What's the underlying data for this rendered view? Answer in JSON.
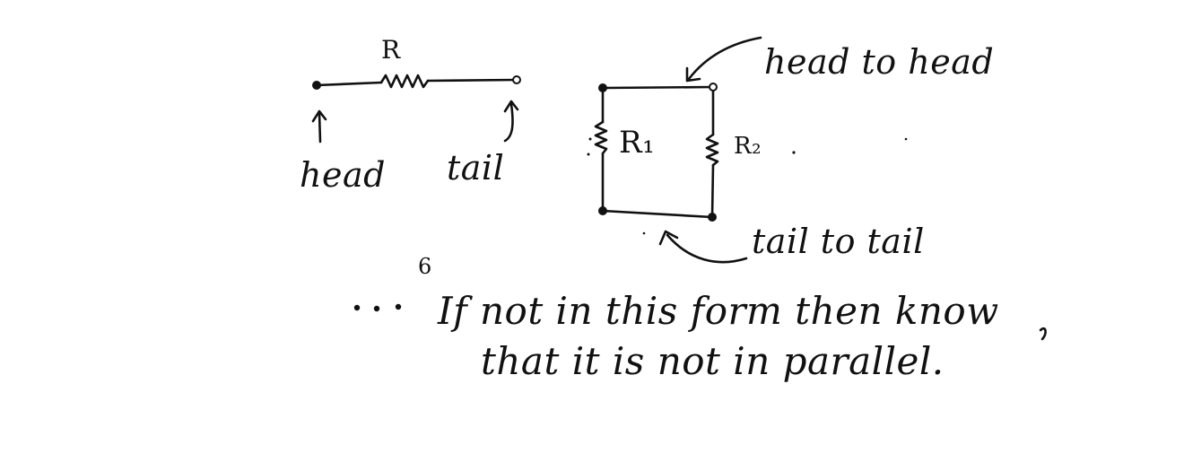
{
  "diagram": {
    "single_resistor": {
      "label": "R",
      "head_label": "head",
      "tail_label": "tail"
    },
    "parallel_circuit": {
      "r1_label": "R₁",
      "r2_label": "R₂",
      "head_to_head_label": "head to head",
      "tail_to_tail_label": "tail to tail"
    },
    "note": {
      "mark": "6",
      "line1": "If not in this form then know",
      "line2": "that it is not in parallel."
    }
  }
}
